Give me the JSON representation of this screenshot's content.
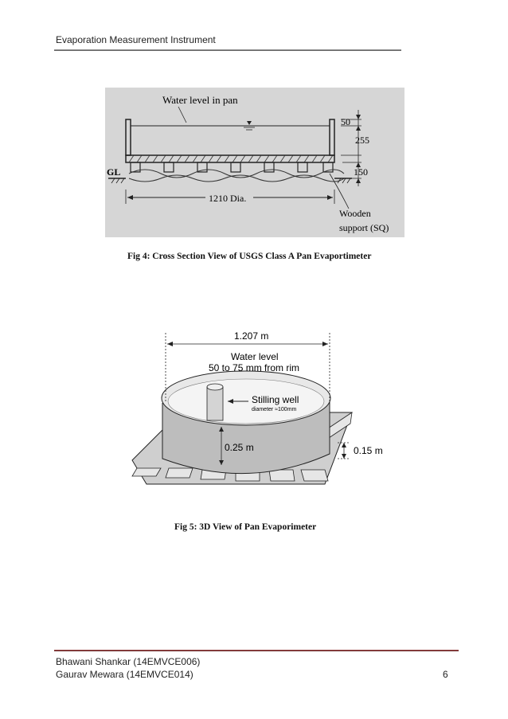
{
  "header": {
    "title": "Evaporation Measurement Instrument"
  },
  "figure1": {
    "caption": "Fig 4: Cross Section View of USGS Class A Pan Evaportimeter",
    "labels": {
      "water_level": "Water level in pan",
      "gl": "GL",
      "diameter": "1210 Dia.",
      "dim_50": "50",
      "dim_255": "255",
      "dim_150": "150",
      "wooden": "Wooden",
      "support": "support (SQ)"
    }
  },
  "figure2": {
    "caption": "Fig 5: 3D View of Pan Evaporimeter",
    "labels": {
      "width": "1.207 m",
      "water_level": "Water level",
      "water_range": "50 to 75 mm from rim",
      "stilling_well": "Stilling well",
      "well_diameter": "diameter ≈100mm",
      "pan_depth": "0.25 m",
      "support_height": "0.15 m"
    }
  },
  "footer": {
    "author1": "Bhawani Shankar (14EMVCE006)",
    "author2": "Gaurav Mewara (14EMVCE014)",
    "page_number": "6"
  }
}
